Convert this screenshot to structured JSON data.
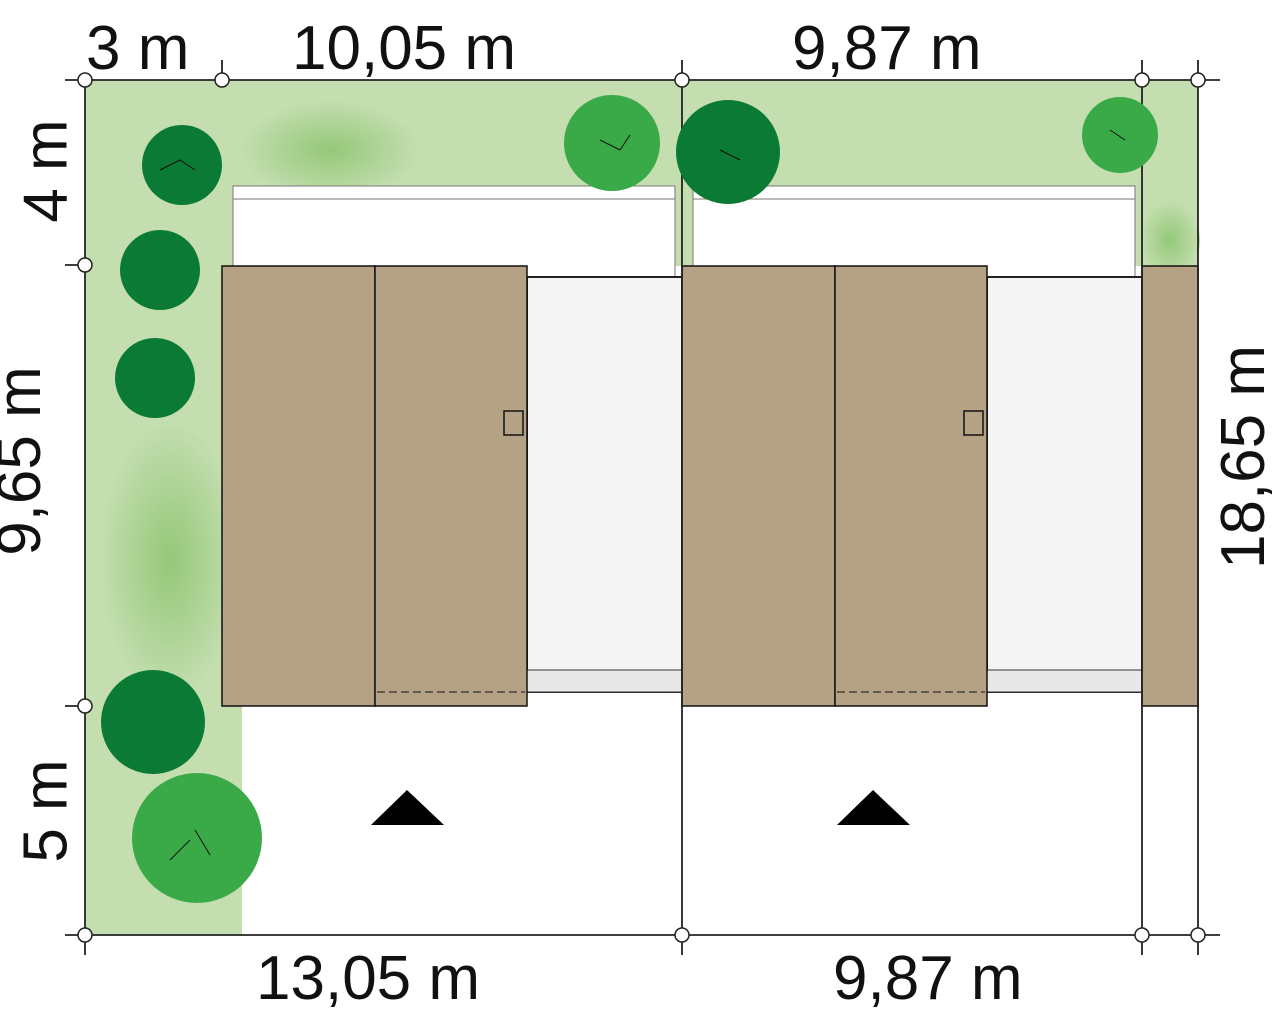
{
  "dimensions": {
    "top_left_setback": "3 m",
    "top_unit_1": "10,05 m",
    "top_unit_2": "9,87 m",
    "left_top": "4 m",
    "left_middle": "9,65 m",
    "left_bottom": "5 m",
    "right_total": "18,65 m",
    "bottom_unit_1": "13,05 m",
    "bottom_unit_2": "9,87 m"
  },
  "colors": {
    "lawn": "#c4deb0",
    "lawn_dark": "#9ccb7e",
    "roof": "#b5a284",
    "patio": "#f4f4f4",
    "tree_dark": "#0a7a35",
    "tree_light": "#3aaa48"
  }
}
